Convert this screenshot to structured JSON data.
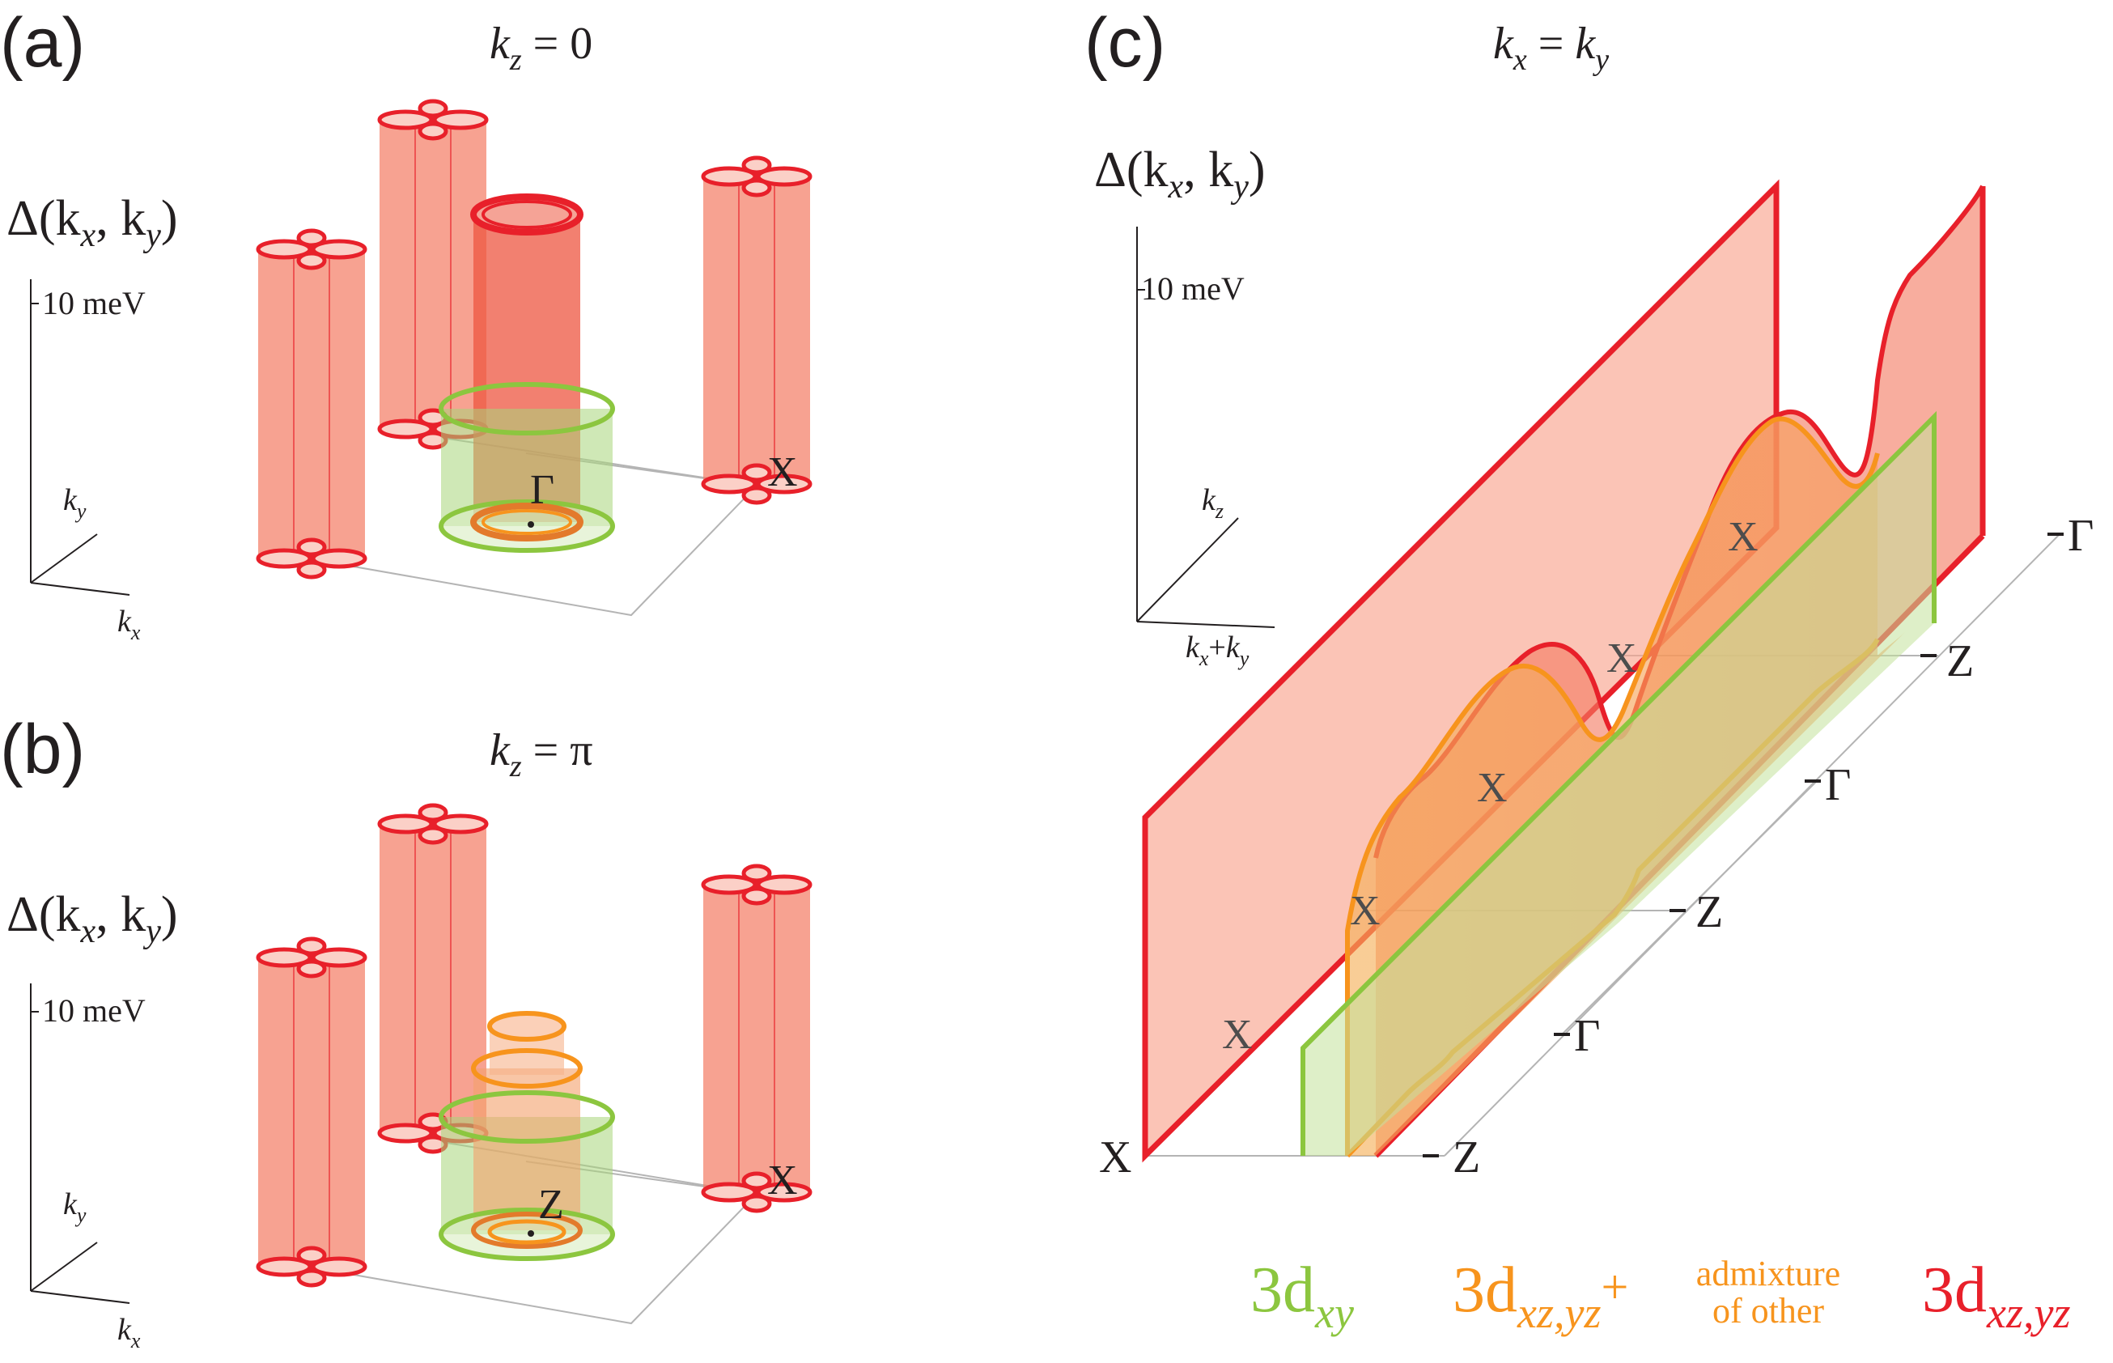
{
  "panel_a": {
    "label": "(a)",
    "title_var": "k",
    "title_sub": "z",
    "title_rest": " = 0",
    "delta_label": "Δ(k",
    "delta_x": "x",
    "delta_comma": ", k",
    "delta_y": "y",
    "delta_close": ")",
    "scale": "10 meV",
    "axis_ky": "k",
    "axis_ky_sub": "y",
    "axis_kx": "k",
    "axis_kx_sub": "x",
    "center_point": "Γ",
    "corner_point": "X"
  },
  "panel_b": {
    "label": "(b)",
    "title_var": "k",
    "title_sub": "z",
    "title_rest": " = π",
    "delta_label": "Δ(k",
    "delta_x": "x",
    "delta_comma": ", k",
    "delta_y": "y",
    "delta_close": ")",
    "scale": "10 meV",
    "axis_ky": "k",
    "axis_ky_sub": "y",
    "axis_kx": "k",
    "axis_kx_sub": "x",
    "center_point": "Z",
    "corner_point": "X"
  },
  "panel_c": {
    "label": "(c)",
    "title_a": "k",
    "title_a_sub": "x",
    "title_eq": " = ",
    "title_b": "k",
    "title_b_sub": "y",
    "delta_label": "Δ(k",
    "delta_x": "x",
    "delta_comma": ", k",
    "delta_y": "y",
    "delta_close": ")",
    "scale": "10 meV",
    "axis_kz": "k",
    "axis_kz_sub": "z",
    "axis_kxy_a": "k",
    "axis_kxy_a_sub": "x",
    "axis_kxy_plus": "+",
    "axis_kxy_b": "k",
    "axis_kxy_b_sub": "y",
    "points": {
      "x1": "X",
      "x2": "X",
      "x3": "X",
      "x4": "X",
      "x5": "X",
      "x6": "X",
      "g1": "Γ",
      "g2": "Γ",
      "g3": "Γ",
      "z1": "Z",
      "z2": "Z",
      "z3": "Z"
    }
  },
  "legend": {
    "xy_main": "3d",
    "xy_sub": "xy",
    "mix_main": "3d",
    "mix_sub": "xz,yz",
    "mix_plus": "+",
    "mix_note1": "admixture",
    "mix_note2": "of other",
    "xzyz_main": "3d",
    "xzyz_sub": "xz,yz"
  },
  "colors": {
    "red": "#e8202a",
    "red_fill": "#f0705a",
    "green": "#8cc63f",
    "orange": "#f7941d",
    "text": "#231f20"
  }
}
